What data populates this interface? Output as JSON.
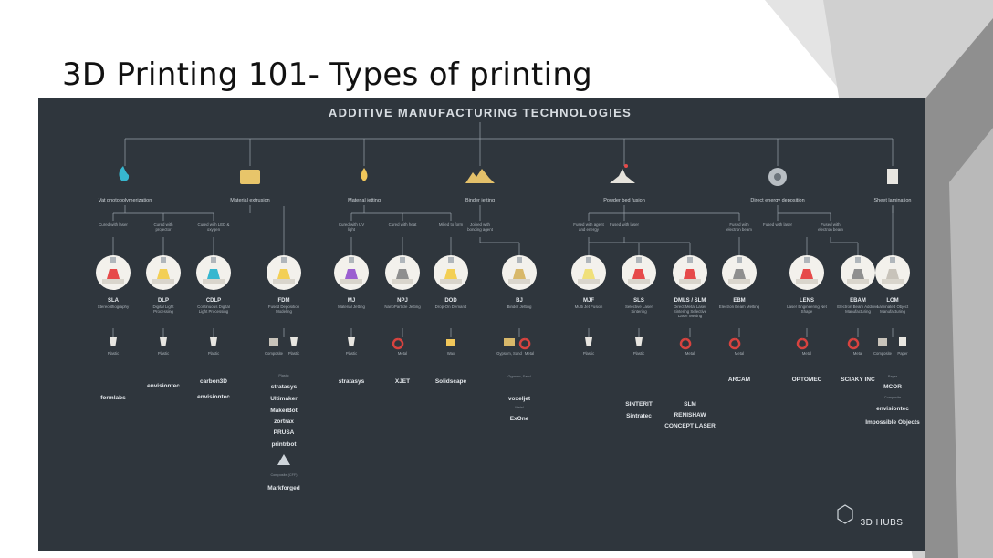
{
  "slide": {
    "title": "3D Printing 101- Types of printing"
  },
  "infographic": {
    "header": "ADDITIVE MANUFACTURING TECHNOLOGIES",
    "logo": "3D HUBS",
    "colors": {
      "background": "#2f363d",
      "circle": "#f3f1ec",
      "laser": "#e64a4a",
      "resin": "#37b7cf",
      "yellow": "#f3cf55",
      "purple": "#9b5fd0",
      "magnet_red": "#d8433f"
    },
    "categories": [
      {
        "id": "vp",
        "label": "Vat photopolymerization",
        "icon": "resin-drop-icon"
      },
      {
        "id": "me",
        "label": "Material extrusion",
        "icon": "filament-spool-icon"
      },
      {
        "id": "mj",
        "label": "Material jetting",
        "icon": "ink-drop-icon"
      },
      {
        "id": "bj",
        "label": "Binder jetting",
        "icon": "powder-pile-icon"
      },
      {
        "id": "pbf",
        "label": "Powder bed fusion",
        "icon": "powder-laser-icon"
      },
      {
        "id": "ded",
        "label": "Direct energy deposition",
        "icon": "metal-wire-icon"
      },
      {
        "id": "sl",
        "label": "Sheet lamination",
        "icon": "paper-sheet-icon"
      }
    ],
    "subgroups": [
      {
        "label": "Cured with laser"
      },
      {
        "label": "Cured with projector"
      },
      {
        "label": "Cured with LED & oxygen"
      },
      {
        "label": "Cured with UV light"
      },
      {
        "label": "Cured with heat"
      },
      {
        "label": "Milled to form"
      },
      {
        "label": "Joined with bonding agent"
      },
      {
        "label": "Fused with agent and energy"
      },
      {
        "label": "Fused with laser"
      },
      {
        "label": "Fused with electron beam"
      },
      {
        "label": "Fused with laser"
      },
      {
        "label": "Fused with electron beam"
      }
    ],
    "technologies": [
      {
        "code": "SLA",
        "name": "Stereolithography",
        "materials": [
          "Plastic"
        ]
      },
      {
        "code": "DLP",
        "name": "Digital Light Processing",
        "materials": [
          "Plastic"
        ]
      },
      {
        "code": "CDLP",
        "name": "Continuous Digital Light Processing",
        "materials": [
          "Plastic"
        ]
      },
      {
        "code": "FDM",
        "name": "Fused Deposition Modeling",
        "materials": [
          "Composite",
          "Plastic"
        ]
      },
      {
        "code": "MJ",
        "name": "Material Jetting",
        "materials": [
          "Plastic"
        ]
      },
      {
        "code": "NPJ",
        "name": "NanoParticle Jetting",
        "materials": [
          "Metal"
        ]
      },
      {
        "code": "DOD",
        "name": "Drop-On Demand",
        "materials": [
          "Wax"
        ]
      },
      {
        "code": "BJ",
        "name": "Binder Jetting",
        "materials": [
          "Gypsum, Sand",
          "Metal"
        ]
      },
      {
        "code": "MJF",
        "name": "Multi Jet Fusion",
        "materials": [
          "Plastic"
        ]
      },
      {
        "code": "SLS",
        "name": "Selective Laser Sintering",
        "materials": [
          "Plastic"
        ]
      },
      {
        "code": "DMLS / SLM",
        "name": "Direct Metal Laser Sintering Selective Laser Melting",
        "materials": [
          "Metal"
        ]
      },
      {
        "code": "EBM",
        "name": "Electron Beam Melting",
        "materials": [
          "Metal"
        ]
      },
      {
        "code": "LENS",
        "name": "Laser Engineering Net Shape",
        "materials": [
          "Metal"
        ]
      },
      {
        "code": "EBAM",
        "name": "Electron Beam Additive Manufacturing",
        "materials": [
          "Metal"
        ]
      },
      {
        "code": "LOM",
        "name": "Laminated Object Manufacturing",
        "materials": [
          "Composite",
          "Paper"
        ]
      }
    ],
    "brands": [
      {
        "text": "formlabs"
      },
      {
        "text": "envisiontec"
      },
      {
        "text": "carbon3D"
      },
      {
        "text": "envisiontec"
      },
      {
        "text": "stratasys"
      },
      {
        "text": "Ultimaker"
      },
      {
        "text": "MakerBot"
      },
      {
        "text": "zortrax"
      },
      {
        "text": "PRUSA"
      },
      {
        "text": "printrbot"
      },
      {
        "text": "Markforged"
      },
      {
        "text": "stratasys"
      },
      {
        "text": "XJET"
      },
      {
        "text": "Solidscape"
      },
      {
        "text": "voxeljet"
      },
      {
        "text": "ExOne"
      },
      {
        "text": "SINTERIT"
      },
      {
        "text": "Sintratec"
      },
      {
        "text": "SLM"
      },
      {
        "text": "RENISHAW"
      },
      {
        "text": "CONCEPT LASER"
      },
      {
        "text": "ARCAM"
      },
      {
        "text": "OPTOMEC"
      },
      {
        "text": "SCIAKY INC"
      },
      {
        "text": "MCOR"
      },
      {
        "text": "envisiontec"
      },
      {
        "text": "Impossible Objects"
      }
    ],
    "brand_groups": [
      {
        "label": "Plastic"
      },
      {
        "label": "Composite (CFF)"
      },
      {
        "label": "Gypsum, Sand"
      },
      {
        "label": "Metal"
      },
      {
        "label": "Paper"
      },
      {
        "label": "Composite"
      }
    ]
  }
}
